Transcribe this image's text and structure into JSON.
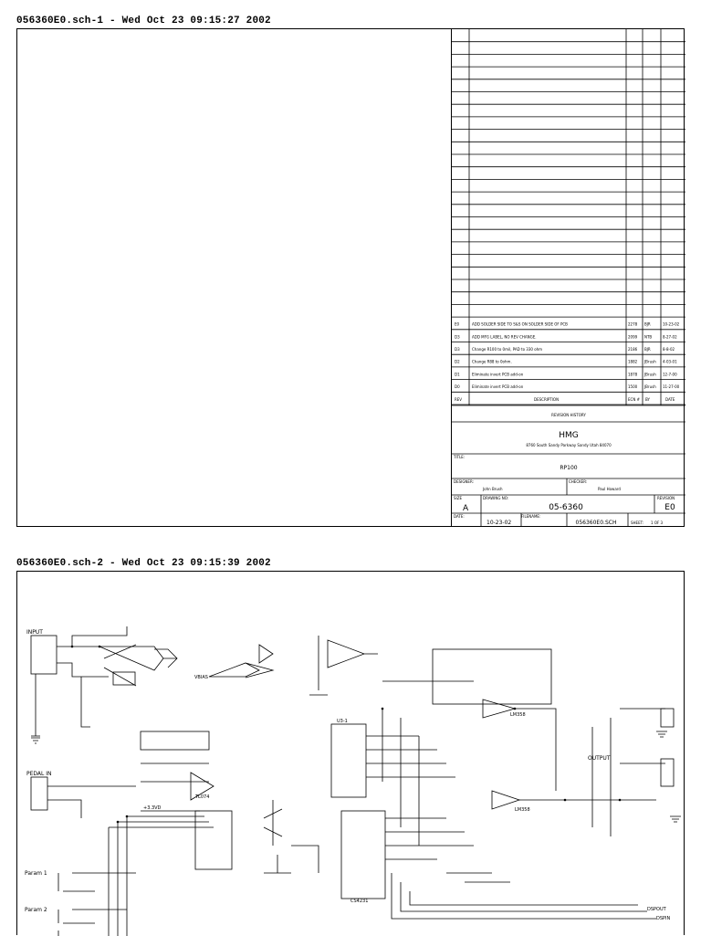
{
  "sheet1": {
    "header": "056360E0.sch-1 - Wed Oct 23 09:15:27 2002",
    "revision_history": [
      {
        "rev": "E0",
        "description": "ADD SOLDER SIDE TO S&S ON SOLDER SIDE OF PCB",
        "ecn": "2278",
        "by": "BJR",
        "date": "10-23-02"
      },
      {
        "rev": "D3",
        "description": "ADD MFG LABEL, NO REV CHANGE.",
        "ecn": "2099",
        "by": "NTB",
        "date": "8-27-02"
      },
      {
        "rev": "D3",
        "description": "Change R100 to 0mil, PAD to 330 ohm",
        "ecn": "2186",
        "by": "BJR",
        "date": "8-8-02"
      },
      {
        "rev": "D2",
        "description": "Change R88 to 0ohm.",
        "ecn": "1882",
        "by": "JBrush",
        "date": "4-03-01"
      },
      {
        "rev": "D1",
        "description": "Eliminate invert PCB add-on",
        "ecn": "1878",
        "by": "JBrush",
        "date": "12-7-00"
      },
      {
        "rev": "D0",
        "description": "Eliminate invert PCB add-on",
        "ecn": "1500",
        "by": "JBrush",
        "date": "11-27-00"
      }
    ],
    "rev_columns": {
      "rev": "REV",
      "description": "DESCRIPTION",
      "ecn": "ECN #",
      "by": "BY",
      "date": "DATE"
    },
    "revision_title": "REVISION HISTORY",
    "company": "HMG",
    "address": "8760 South Sandy Parkway  Sandy  Utah  84070",
    "title_label": "TITLE:",
    "title": "RP100",
    "designer_label": "DESIGNER:",
    "designer": "John Brush",
    "checker_label": "CHECKER:",
    "checker": "Paul Howard",
    "size_label": "SIZE",
    "size": "A",
    "drawing_no_label": "DRAWING NO:",
    "drawing_no": "05-6360",
    "revision_label": "REVISION",
    "revision": "E0",
    "date_label": "DATE:",
    "date": "10-23-02",
    "filename_label": "FILENAME:",
    "filename": "056360E0.SCH",
    "sheet_label": "SHEET:",
    "sheet": "1  OF  3"
  },
  "sheet2": {
    "header": "056360E0.sch-2 - Wed Oct 23 09:15:39 2002",
    "labels": {
      "input": "INPUT",
      "pedal_in": "PEDAL IN",
      "output": "OUTPUT",
      "param1": "Param 1",
      "param2": "Param 2",
      "vbias": "VBIAS",
      "u3": "U3-1",
      "cs4231": "CS4231",
      "lm358_1": "LM358",
      "lm358_2": "LM358",
      "tl074": "TL074",
      "dspin": "DSPIN",
      "dspout": "DSPOUT",
      "v33": "+3.3VD"
    }
  }
}
